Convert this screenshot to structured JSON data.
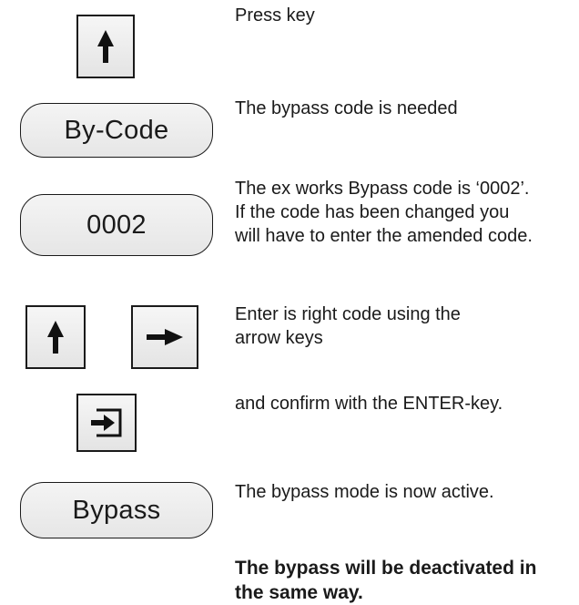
{
  "steps": [
    {
      "text": "Press key",
      "control": "up-arrow-key"
    },
    {
      "text": "The bypass code is needed",
      "display": "By-Code"
    },
    {
      "text": "The ex works Bypass code is ‘0002’. If the code has been changed you will have to enter the amended code.",
      "display": "0002"
    },
    {
      "text": "Enter is right code using the arrow keys",
      "controls": [
        "up-arrow-key",
        "right-arrow-key"
      ]
    },
    {
      "text": "and confirm with the ENTER-key.",
      "control": "enter-key"
    },
    {
      "text": "The bypass mode is now active.",
      "display": "Bypass"
    }
  ],
  "note": "The bypass will be deactivated in the same way."
}
